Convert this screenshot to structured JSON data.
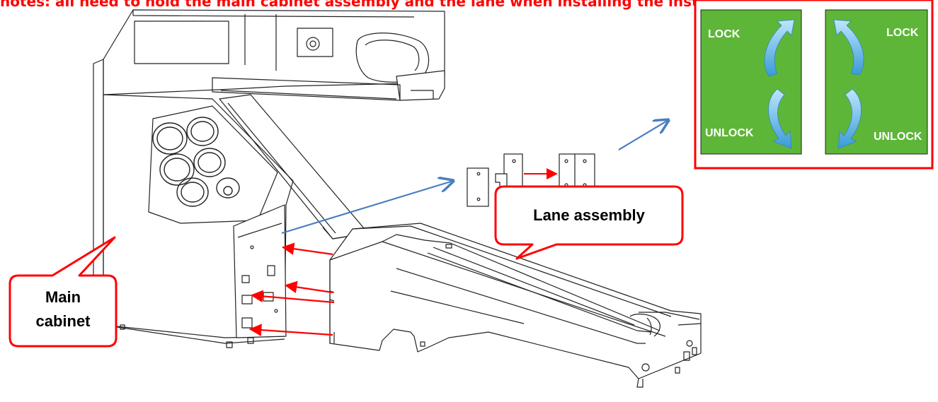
{
  "header": {
    "note": "notes: all need to hold the main cabinet assembly and the lane when installing the installation"
  },
  "callouts": {
    "main_cabinet": "Main cabinet",
    "main_cabinet_line1": "Main",
    "main_cabinet_line2": "cabinet",
    "lane_assembly": "Lane assembly"
  },
  "lock_panels": [
    {
      "top_label": "LOCK",
      "bottom_label": "UNLOCK"
    },
    {
      "top_label": "LOCK",
      "bottom_label": "UNLOCK"
    }
  ],
  "colors": {
    "accent": "#ff0000",
    "panel_green": "#5eb638",
    "lock_arrow": "#4aa8e0",
    "pointer_arrow": "#4a7fc0",
    "line_art": "#222222"
  }
}
